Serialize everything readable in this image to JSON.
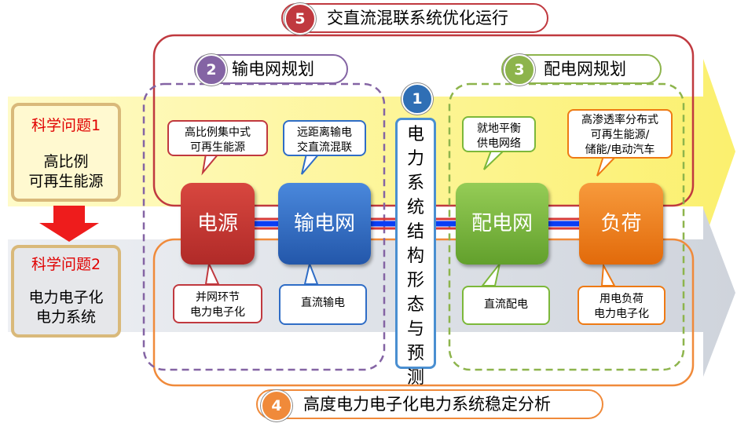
{
  "questions": [
    {
      "title": "科学问题1",
      "lines": [
        "高比例",
        "可再生能源"
      ]
    },
    {
      "title": "科学问题2",
      "lines": [
        "电力电子化",
        "电力系统"
      ]
    }
  ],
  "topics": {
    "t1": {
      "num": "1",
      "label": "电力系统结构形态与预测"
    },
    "t2": {
      "num": "2",
      "label": "输电网规划"
    },
    "t3": {
      "num": "3",
      "label": "配电网规划"
    },
    "t4": {
      "num": "4",
      "label": "高度电力电子化电力系统稳定分析"
    },
    "t5": {
      "num": "5",
      "label": "交直流混联系统优化运行"
    }
  },
  "blocks": {
    "source": "电源",
    "transmission": "输电网",
    "distribution": "配电网",
    "load": "负荷"
  },
  "callouts_top": {
    "source": [
      "高比例集中式",
      "可再生能源"
    ],
    "transmission": [
      "远距离输电",
      "交直流混联"
    ],
    "distribution": [
      "就地平衡",
      "供电网络"
    ],
    "load": [
      "高渗透率分布式",
      "可再生能源/",
      "储能/电动汽车"
    ]
  },
  "callouts_bottom": {
    "source": [
      "并网环节",
      "电力电子化"
    ],
    "transmission": [
      "直流输电"
    ],
    "distribution": [
      "直流配电"
    ],
    "load": [
      "用电负荷",
      "电力电子化"
    ]
  },
  "colors": {
    "topic1": "#2f6fb5",
    "topic2": "#8464a4",
    "topic3": "#8db44c",
    "topic4": "#f08a3a",
    "topic5": "#c0393f",
    "source": "#c8312f",
    "transmission": "#2f6dc6",
    "distribution": "#7cb83a",
    "load": "#ee7a14"
  }
}
